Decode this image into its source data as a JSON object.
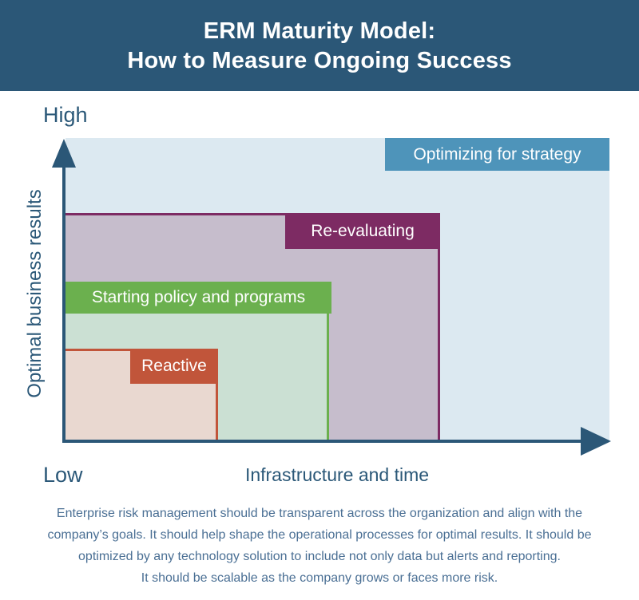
{
  "header": {
    "title_line1": "ERM Maturity Model:",
    "title_line2": "How to Measure Ongoing Success",
    "bg": "#2b5777",
    "text_color": "#ffffff"
  },
  "chart": {
    "type": "step-area-maturity-model",
    "axis_color": "#2b5777",
    "axis_label_color": "#2b5878",
    "stage_label_text_color": "#ffffff",
    "y_axis": {
      "label": "Optimal business results",
      "top_label": "High",
      "bottom_label": "Low"
    },
    "x_axis": {
      "label": "Infrastructure and time"
    },
    "stages": [
      {
        "order": 1,
        "label": "Reactive",
        "accent": "#c1553a",
        "fill": "#e9d8d0",
        "x_extent": 0.28,
        "y_extent": 0.31
      },
      {
        "order": 2,
        "label": "Starting policy and programs",
        "accent": "#6bb04e",
        "fill": "#cbe0d3",
        "x_extent": 0.49,
        "y_extent": 0.53
      },
      {
        "order": 3,
        "label": "Re-evaluating",
        "accent": "#7d2b63",
        "fill": "#c6bdcc",
        "x_extent": 0.69,
        "y_extent": 0.75
      },
      {
        "order": 4,
        "label": "Optimizing for strategy",
        "accent": "#4e94ba",
        "fill": "#dce9f1",
        "x_extent": 1.0,
        "y_extent": 1.0
      }
    ]
  },
  "footer": {
    "text_color": "#4a6f94",
    "lines": [
      "Enterprise risk management should be transparent across the organization and align with the",
      "company’s goals. It should help shape the operational processes for optimal results. It should be",
      "optimized by any technology solution to include not only data but alerts and reporting.",
      "It should be scalable as the company grows or faces more risk."
    ]
  }
}
